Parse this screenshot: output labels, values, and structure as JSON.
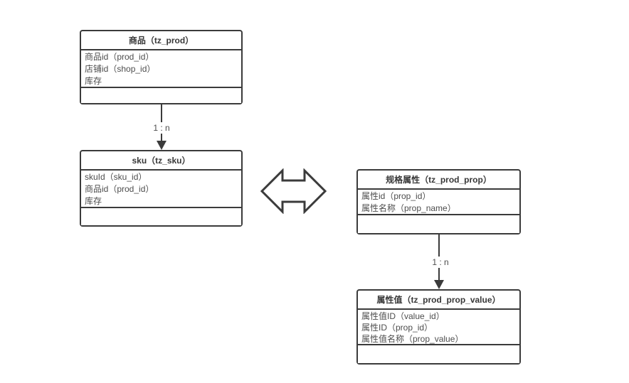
{
  "diagram": {
    "title": "product-sku-property entity relationship diagram",
    "colors": {
      "background": "#ffffff",
      "border": "#3b3b3b",
      "text": "#4d4d4d",
      "header_text": "#383838"
    },
    "entities": [
      {
        "id": "prod",
        "title": "商品（tz_prod）",
        "fields": [
          "商品id（prod_id）",
          "店铺id（shop_id）",
          "库存"
        ]
      },
      {
        "id": "sku",
        "title": "sku（tz_sku）",
        "fields": [
          "skuId（sku_id）",
          "商品id（prod_id）",
          "库存"
        ]
      },
      {
        "id": "prod_prop",
        "title": "规格属性（tz_prod_prop）",
        "fields": [
          "属性id（prop_id）",
          "属性名称（prop_name）"
        ]
      },
      {
        "id": "prod_prop_value",
        "title": "属性值（tz_prod_prop_value）",
        "fields": [
          "属性值ID（value_id）",
          "属性ID（prop_id）",
          "属性值名称（prop_value）"
        ]
      }
    ],
    "connectors": [
      {
        "from": "prod",
        "to": "sku",
        "label": "1 : n"
      },
      {
        "from": "prod_prop",
        "to": "prod_prop_value",
        "label": "1 : n"
      }
    ],
    "relation_icon": "double-horizontal-arrow"
  }
}
